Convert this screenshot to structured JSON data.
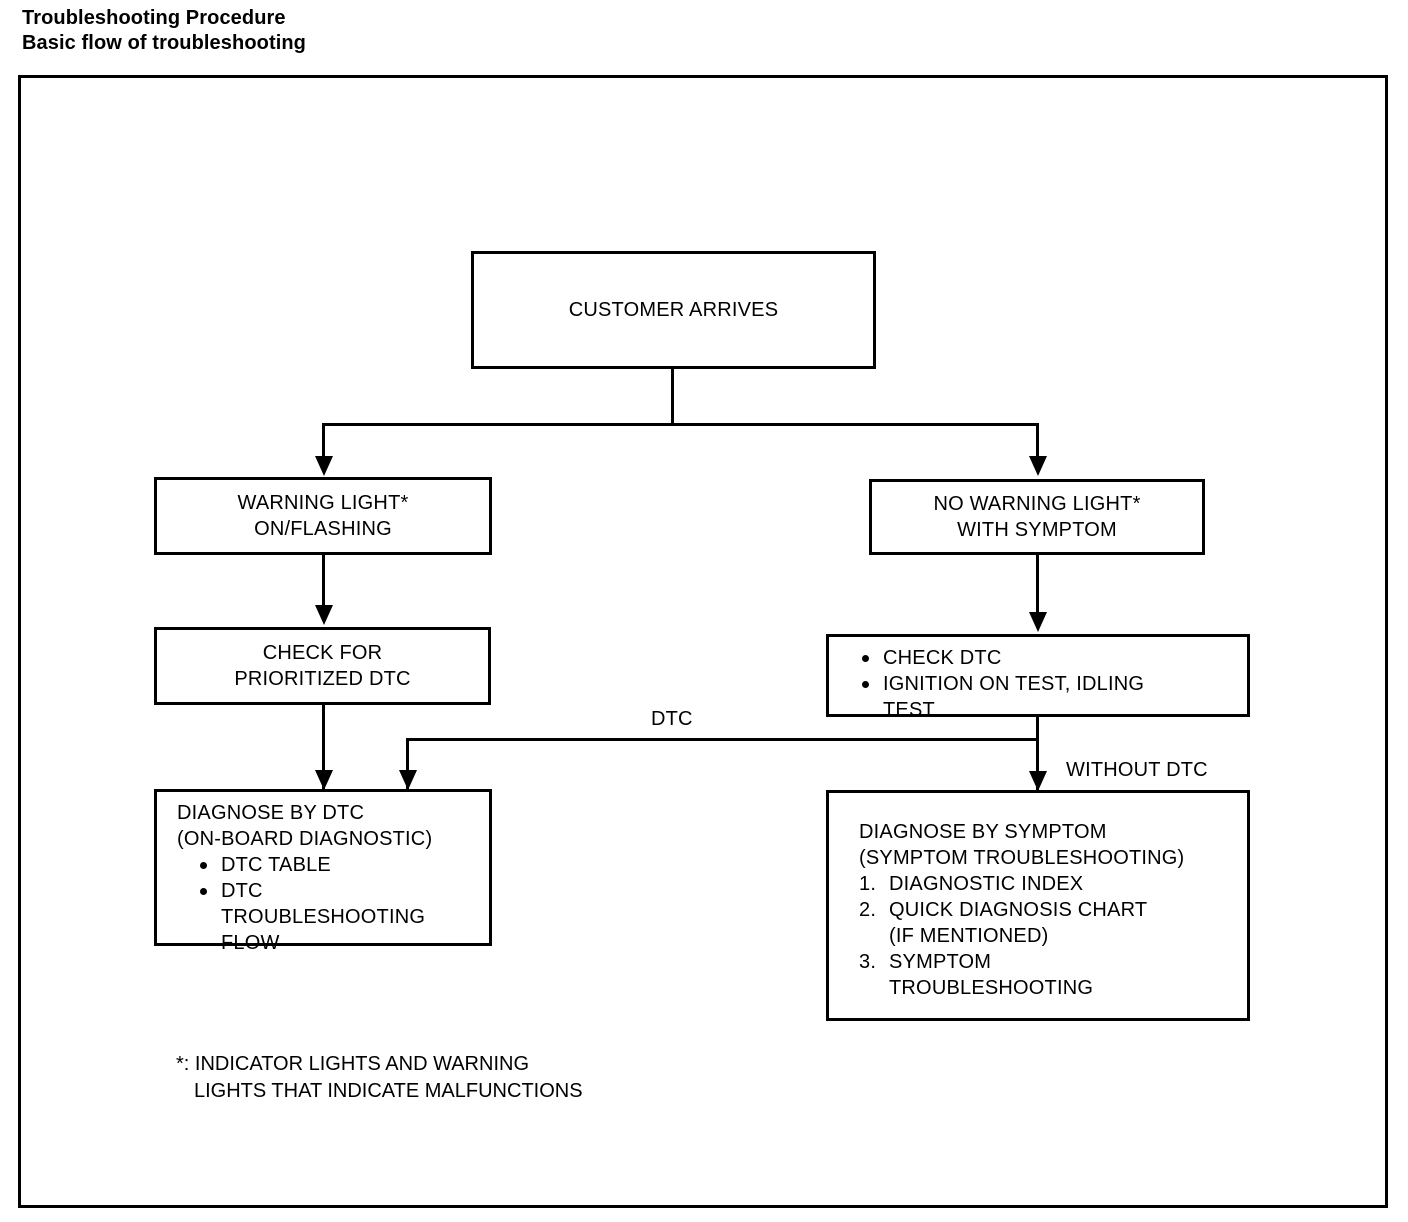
{
  "title": {
    "line1": "Troubleshooting Procedure",
    "line2": "Basic flow of troubleshooting"
  },
  "chart_data": {
    "type": "diagram",
    "diagram_kind": "flowchart",
    "title": "Basic flow of troubleshooting",
    "nodes": [
      {
        "id": "customer_arrives",
        "label": "CUSTOMER ARRIVES"
      },
      {
        "id": "warning_light",
        "label": "WARNING LIGHT*\nON/FLASHING"
      },
      {
        "id": "no_warning_light",
        "label": "NO WARNING LIGHT*\nWITH SYMPTOM"
      },
      {
        "id": "check_prioritized",
        "label": "CHECK FOR\nPRIORITIZED DTC"
      },
      {
        "id": "check_dtc",
        "label": "CHECK DTC / IGNITION ON TEST, IDLING TEST"
      },
      {
        "id": "diagnose_by_dtc",
        "label": "DIAGNOSE BY DTC (ON-BOARD DIAGNOSTIC)"
      },
      {
        "id": "diagnose_by_symptom",
        "label": "DIAGNOSE BY SYMPTOM (SYMPTOM TROUBLESHOOTING)"
      }
    ],
    "edges": [
      {
        "from": "customer_arrives",
        "to": "warning_light",
        "label": ""
      },
      {
        "from": "customer_arrives",
        "to": "no_warning_light",
        "label": ""
      },
      {
        "from": "warning_light",
        "to": "check_prioritized",
        "label": ""
      },
      {
        "from": "no_warning_light",
        "to": "check_dtc",
        "label": ""
      },
      {
        "from": "check_prioritized",
        "to": "diagnose_by_dtc",
        "label": ""
      },
      {
        "from": "check_dtc",
        "to": "diagnose_by_dtc",
        "label": "DTC"
      },
      {
        "from": "check_dtc",
        "to": "diagnose_by_symptom",
        "label": "WITHOUT DTC"
      }
    ]
  },
  "nodes": {
    "customer_arrives": {
      "text": "CUSTOMER ARRIVES"
    },
    "warning_light": {
      "line1": "WARNING LIGHT*",
      "line2": "ON/FLASHING"
    },
    "no_warning_light": {
      "line1": "NO WARNING LIGHT*",
      "line2": "WITH SYMPTOM"
    },
    "check_prioritized": {
      "line1": "CHECK FOR",
      "line2": "PRIORITIZED DTC"
    },
    "check_dtc": {
      "bullets": [
        "CHECK DTC",
        "IGNITION ON TEST, IDLING\nTEST"
      ]
    },
    "diagnose_by_dtc": {
      "line1": "DIAGNOSE BY DTC",
      "line2": "(ON-BOARD DIAGNOSTIC)",
      "bullets": [
        "DTC TABLE",
        "DTC\nTROUBLESHOOTING\nFLOW"
      ]
    },
    "diagnose_by_symptom": {
      "line1": "DIAGNOSE BY SYMPTOM",
      "line2": "(SYMPTOM TROUBLESHOOTING)",
      "items": [
        "DIAGNOSTIC INDEX",
        "QUICK DIAGNOSIS CHART\n(IF MENTIONED)",
        "SYMPTOM\nTROUBLESHOOTING"
      ]
    }
  },
  "edge_labels": {
    "dtc": "DTC",
    "without_dtc": "WITHOUT DTC"
  },
  "footnote": {
    "line1": "*: INDICATOR LIGHTS AND WARNING",
    "line2": "LIGHTS THAT INDICATE MALFUNCTIONS"
  },
  "colors": {
    "stroke": "#000000",
    "background": "#ffffff",
    "text": "#000000"
  }
}
